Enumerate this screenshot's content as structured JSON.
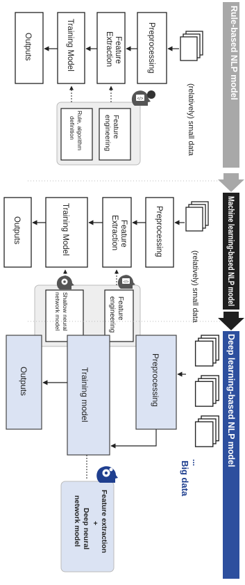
{
  "colors": {
    "rule_banner": "#a8a8a8",
    "ml_banner": "#1f1f1f",
    "dl_banner": "#2d4f9e",
    "dl_box_fill": "#dbe3f3",
    "dl_accent": "#1f3f8f",
    "line": "#222222",
    "side_fill": "#eeeeee"
  },
  "rule": {
    "title": "Rule-based NLP model",
    "data": "(relatively) small data",
    "preprocessing": "Preprocessing",
    "feature": [
      "Feature",
      "Extraction"
    ],
    "training": "Training Model",
    "outputs": "Outputs",
    "side_top": [
      "Feature",
      "engineering"
    ],
    "side_bottom": [
      "Rule, algorithm",
      "definition"
    ],
    "icon": "code-head-icon"
  },
  "ml": {
    "title": "Machine learning-based NLP model",
    "data": "(relatively) small data",
    "preprocessing": "Preprocessing",
    "feature": [
      "Feature",
      "Extraction"
    ],
    "training": "Training Model",
    "outputs": "Outputs",
    "side_top": [
      "Feature",
      "engineering"
    ],
    "side_bottom": [
      "Shallow neural",
      "network model"
    ],
    "icons": [
      "code-head-icon",
      "gear-head-icon"
    ]
  },
  "dl": {
    "title": "Deep learning-based NLP model",
    "data": "Big data",
    "ellipsis": "...",
    "preprocessing": "Preprocessing",
    "training": "Training model",
    "outputs": "Outputs",
    "side": [
      "Feature extraction",
      "+",
      "Deep neural",
      "network model"
    ],
    "icon": "gear-head-icon"
  }
}
